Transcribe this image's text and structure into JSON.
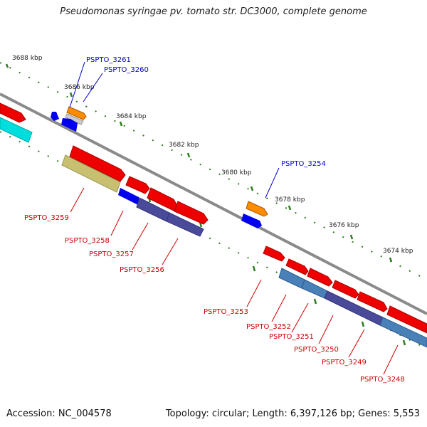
{
  "title": "Pseudomonas syringae pv. tomato str. DC3000, complete genome",
  "footer": {
    "accession": "Accession: NC_004578",
    "topology": "Topology: circular; Length: 6,397,126 bp; Genes: 5,553"
  },
  "kbp_labels": [
    "3688 kbp",
    "3686 kbp",
    "3684 kbp",
    "3682 kbp",
    "3680 kbp",
    "3678 kbp",
    "3676 kbp",
    "3674 kbp"
  ],
  "gene_labels": {
    "top": [
      "PSPTO_3261",
      "PSPTO_3260",
      "PSPTO_3254"
    ],
    "bottom": [
      "PSPTO_3259",
      "PSPTO_3258",
      "PSPTO_3257",
      "PSPTO_3256",
      "PSPTO_3253",
      "PSPTO_3252",
      "PSPTO_3251",
      "PSPTO_3250",
      "PSPTO_3249",
      "PSPTO_3248"
    ]
  },
  "colors": {
    "backbone": "#8a8a8a",
    "tick": "#2e7d1e",
    "label_top": "#0000cc",
    "label_bottom": "#cc0000",
    "gene_red": "#ee0000",
    "gene_blue": "#0000ee",
    "gene_orange": "#ff8c00",
    "gene_cyan": "#00dddd",
    "gene_khaki": "#c8c070",
    "gene_navy": "#4a4a9a",
    "gene_steel": "#4a80b8",
    "gene_grey": "#cccccc"
  }
}
